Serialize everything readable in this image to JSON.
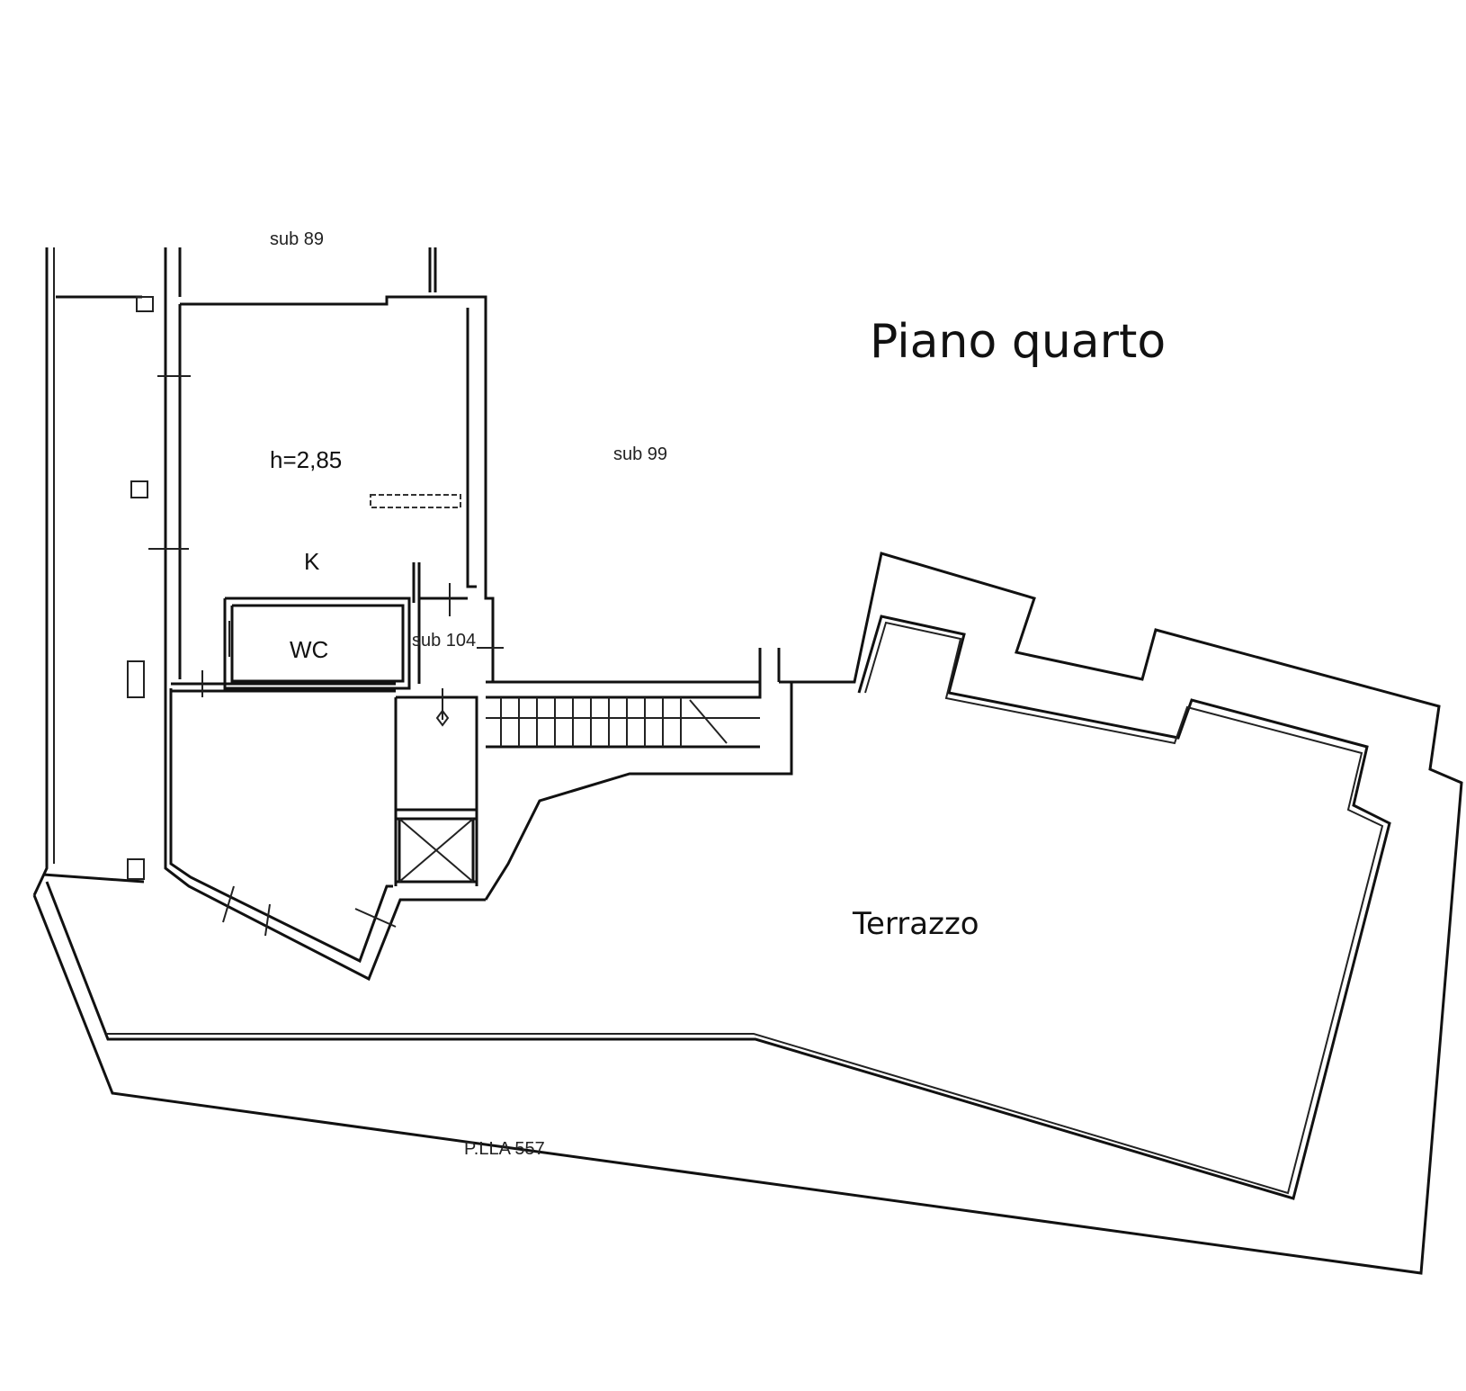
{
  "title": "Piano quarto",
  "labels": {
    "sub_top": "sub 89",
    "sub_right": "sub 99",
    "room_height": "h=2,85",
    "kitchen": "K",
    "wc": "WC",
    "sub_stair": "sub 104",
    "terrace": "Terrazzo",
    "parcel": "P.LLA 557"
  }
}
